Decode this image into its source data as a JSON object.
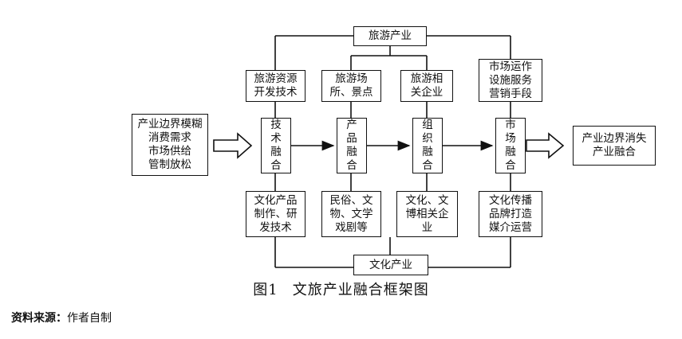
{
  "top_industry": "旅游产业",
  "bottom_industry": "文化产业",
  "left_input": "产业边界模糊\n消费需求\n市场供给\n管制放松",
  "right_output": "产业边界消失\n产业融合",
  "columns": [
    {
      "top": "旅游资源\n开发技术",
      "mid": "技\n术\n融\n合",
      "bottom": "文化产品\n制作、研\n发技术"
    },
    {
      "top": "旅游场\n所、景点",
      "mid": "产\n品\n融\n合",
      "bottom": "民俗、文\n物、文学\n戏剧等"
    },
    {
      "top": "旅游相\n关企业",
      "mid": "组\n织\n融\n合",
      "bottom": "文化、文\n博相关企\n业"
    },
    {
      "top": "市场运作\n设施服务\n营销手段",
      "mid": "市\n场\n融\n合",
      "bottom": "文化传播\n品牌打造\n媒介运营"
    }
  ],
  "caption": {
    "number": "图1",
    "title": "文旅产业融合框架图"
  },
  "source": {
    "label": "资料来源：",
    "text": "作者自制"
  }
}
